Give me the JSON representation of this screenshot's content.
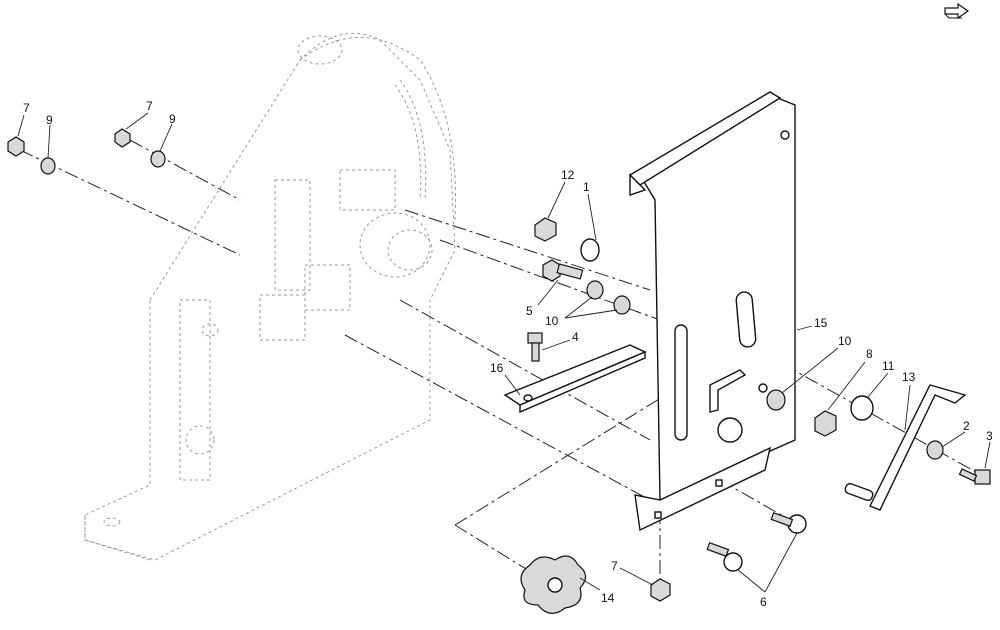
{
  "callouts": {
    "c7a": "7",
    "c9a": "9",
    "c7b": "7",
    "c9b": "9",
    "c12": "12",
    "c1": "1",
    "c5": "5",
    "c10a": "10",
    "c4": "4",
    "c16": "16",
    "c15": "15",
    "c10b": "10",
    "c8": "8",
    "c11": "11",
    "c13": "13",
    "c2": "2",
    "c3": "3",
    "c6": "6",
    "c7c": "7",
    "c14": "14"
  },
  "icons": {
    "next_page": "next-page-arrow-icon"
  }
}
